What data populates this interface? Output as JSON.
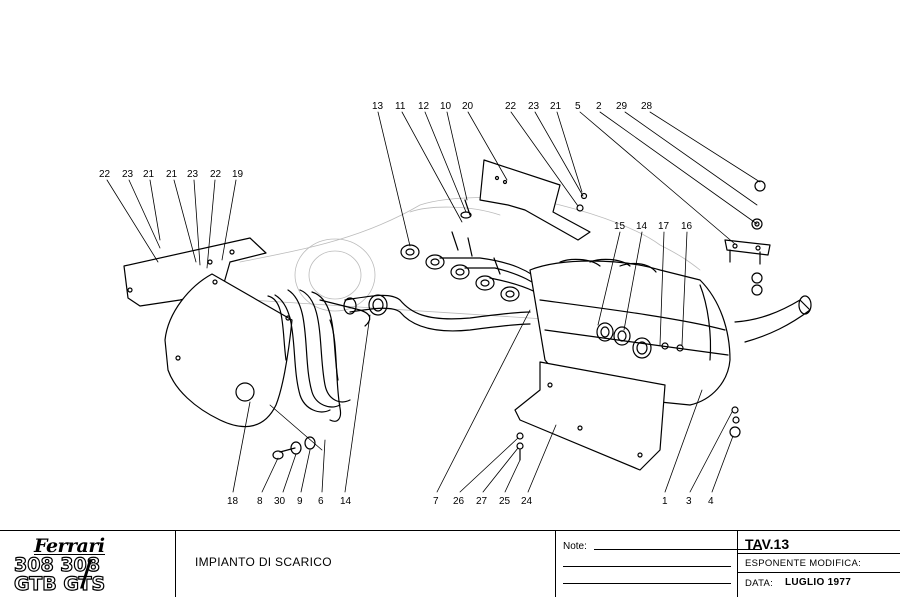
{
  "diagram": {
    "callouts_left": [
      "22",
      "23",
      "21",
      "21",
      "23",
      "22",
      "19"
    ],
    "callouts_top": [
      "13",
      "11",
      "12",
      "10",
      "20",
      "22",
      "23",
      "21",
      "5",
      "2",
      "29",
      "28"
    ],
    "callouts_mid": [
      "15",
      "14",
      "17",
      "16"
    ],
    "callouts_bottom": [
      "18",
      "8",
      "30",
      "9",
      "6",
      "14",
      "7",
      "26",
      "27",
      "25",
      "24",
      "1",
      "3",
      "4"
    ]
  },
  "title_block": {
    "brand": "Ferrari",
    "model_line_1": "308 308",
    "model_line_2": "GTB GTS",
    "slash": "/",
    "title": "IMPIANTO DI SCARICO",
    "note_label": "Note:",
    "table_label": "TAV.13",
    "modification_label": "ESPONENTE  MODIFICA:",
    "date_label": "DATA:",
    "date_value": "LUGLIO  1977"
  }
}
